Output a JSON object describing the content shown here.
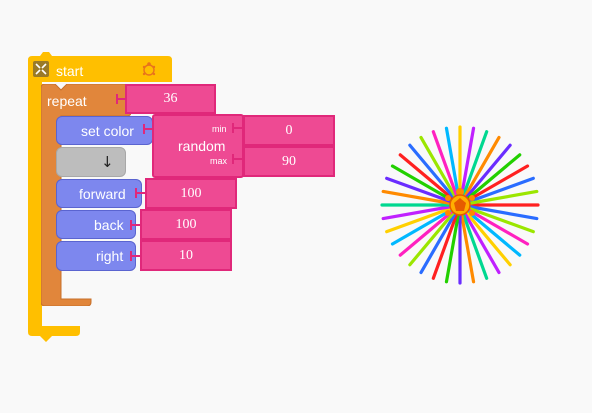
{
  "colors": {
    "start_block": "#ffbf00",
    "repeat_block": "#e1863b",
    "motion_block": "#7d87ee",
    "value_block": "#ee4a93",
    "disabled_block": "#bdbdbd"
  },
  "script": {
    "start": {
      "label": "start",
      "collapse_icon": "compress-icon",
      "turtle_icon": "turtle-icon"
    },
    "repeat": {
      "label": "repeat",
      "count": "36"
    },
    "set_color": {
      "label": "set color",
      "random": {
        "label": "random",
        "min_label": "min",
        "max_label": "max",
        "min_value": "0",
        "max_value": "90"
      }
    },
    "arrow": {
      "glyph": "↓"
    },
    "forward": {
      "label": "forward",
      "value": "100"
    },
    "back": {
      "label": "back",
      "value": "100"
    },
    "right": {
      "label": "right",
      "value": "10"
    }
  },
  "canvas": {
    "shape": "turtle starburst",
    "rays": 36
  }
}
